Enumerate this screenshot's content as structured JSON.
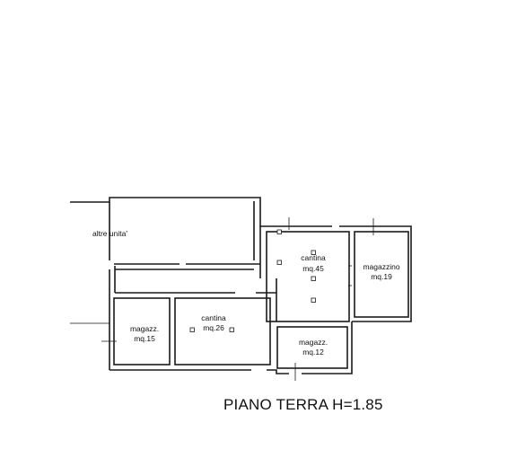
{
  "title": "PIANO TERRA H=1.85",
  "rooms": {
    "altre_unita": {
      "name": "altre unita'"
    },
    "cantina_45": {
      "name": "cantina",
      "area": "mq.45"
    },
    "magazzino_19": {
      "name": "magazzino",
      "area": "mq.19"
    },
    "magazz_15": {
      "name": "magazz.",
      "area": "mq.15"
    },
    "cantina_26": {
      "name": "cantina",
      "area": "mq.26"
    },
    "magazz_12": {
      "name": "magazz.",
      "area": "mq.12"
    }
  }
}
